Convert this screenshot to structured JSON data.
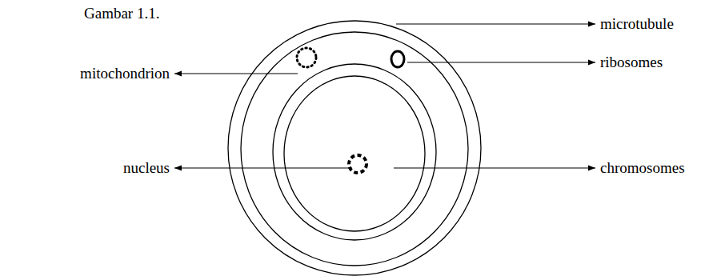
{
  "diagram": {
    "caption": "Gambar 1.1.",
    "labels": [
      "microtubule",
      "mitochondrion",
      "ribosomes",
      "nucleus",
      "chromosomes"
    ]
  }
}
